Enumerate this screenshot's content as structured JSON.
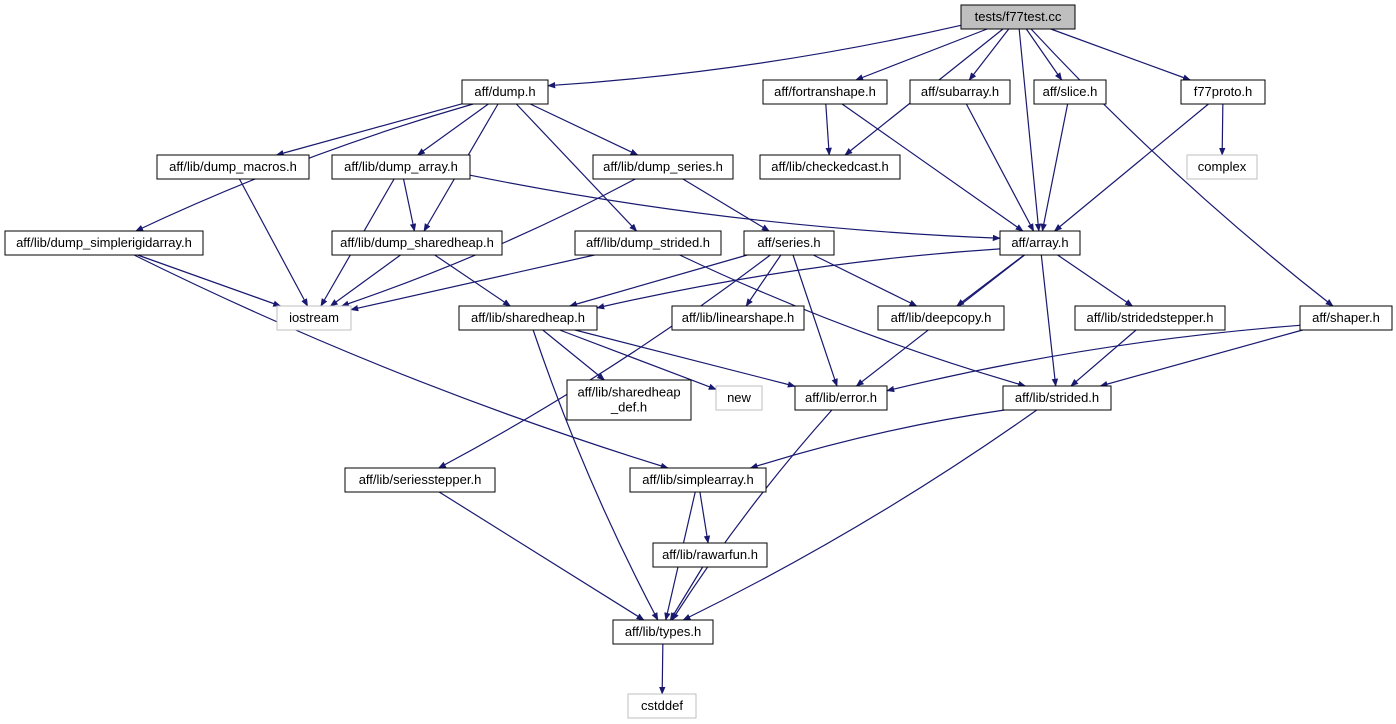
{
  "diagram": {
    "colors": {
      "edge": "#191970",
      "node_border": "#000000",
      "external_border": "#bfbfbf",
      "root_fill": "#bfbfbf",
      "node_fill": "#ffffff"
    },
    "nodes": [
      {
        "id": "root",
        "lines": [
          "tests/f77test.cc"
        ],
        "kind": "root"
      },
      {
        "id": "dump",
        "lines": [
          "aff/dump.h"
        ],
        "kind": "file"
      },
      {
        "id": "fortranshape",
        "lines": [
          "aff/fortranshape.h"
        ],
        "kind": "file"
      },
      {
        "id": "subarray",
        "lines": [
          "aff/subarray.h"
        ],
        "kind": "file"
      },
      {
        "id": "slice",
        "lines": [
          "aff/slice.h"
        ],
        "kind": "file"
      },
      {
        "id": "f77proto",
        "lines": [
          "f77proto.h"
        ],
        "kind": "file"
      },
      {
        "id": "dump_macros",
        "lines": [
          "aff/lib/dump_macros.h"
        ],
        "kind": "file"
      },
      {
        "id": "dump_array",
        "lines": [
          "aff/lib/dump_array.h"
        ],
        "kind": "file"
      },
      {
        "id": "dump_series",
        "lines": [
          "aff/lib/dump_series.h"
        ],
        "kind": "file"
      },
      {
        "id": "checkedcast",
        "lines": [
          "aff/lib/checkedcast.h"
        ],
        "kind": "file"
      },
      {
        "id": "complex",
        "lines": [
          "complex"
        ],
        "kind": "external"
      },
      {
        "id": "dump_simplerigidarray",
        "lines": [
          "aff/lib/dump_simplerigidarray.h"
        ],
        "kind": "file"
      },
      {
        "id": "dump_sharedheap",
        "lines": [
          "aff/lib/dump_sharedheap.h"
        ],
        "kind": "file"
      },
      {
        "id": "dump_strided",
        "lines": [
          "aff/lib/dump_strided.h"
        ],
        "kind": "file"
      },
      {
        "id": "series",
        "lines": [
          "aff/series.h"
        ],
        "kind": "file"
      },
      {
        "id": "array",
        "lines": [
          "aff/array.h"
        ],
        "kind": "file"
      },
      {
        "id": "iostream",
        "lines": [
          "iostream"
        ],
        "kind": "external"
      },
      {
        "id": "sharedheap",
        "lines": [
          "aff/lib/sharedheap.h"
        ],
        "kind": "file"
      },
      {
        "id": "linearshape",
        "lines": [
          "aff/lib/linearshape.h"
        ],
        "kind": "file"
      },
      {
        "id": "deepcopy",
        "lines": [
          "aff/lib/deepcopy.h"
        ],
        "kind": "file"
      },
      {
        "id": "stridedstepper",
        "lines": [
          "aff/lib/stridedstepper.h"
        ],
        "kind": "file"
      },
      {
        "id": "shaper",
        "lines": [
          "aff/shaper.h"
        ],
        "kind": "file"
      },
      {
        "id": "sharedheap_def",
        "lines": [
          "aff/lib/sharedheap",
          "_def.h"
        ],
        "kind": "file"
      },
      {
        "id": "new",
        "lines": [
          "new"
        ],
        "kind": "external"
      },
      {
        "id": "error",
        "lines": [
          "aff/lib/error.h"
        ],
        "kind": "file"
      },
      {
        "id": "strided",
        "lines": [
          "aff/lib/strided.h"
        ],
        "kind": "file"
      },
      {
        "id": "seriesstepper",
        "lines": [
          "aff/lib/seriesstepper.h"
        ],
        "kind": "file"
      },
      {
        "id": "simplearray",
        "lines": [
          "aff/lib/simplearray.h"
        ],
        "kind": "file"
      },
      {
        "id": "rawarfun",
        "lines": [
          "aff/lib/rawarfun.h"
        ],
        "kind": "file"
      },
      {
        "id": "types",
        "lines": [
          "aff/lib/types.h"
        ],
        "kind": "file"
      },
      {
        "id": "cstddef",
        "lines": [
          "cstddef"
        ],
        "kind": "external"
      }
    ],
    "edges": [
      [
        "root",
        "dump"
      ],
      [
        "root",
        "fortranshape"
      ],
      [
        "root",
        "checkedcast"
      ],
      [
        "root",
        "subarray"
      ],
      [
        "root",
        "slice"
      ],
      [
        "root",
        "array"
      ],
      [
        "root",
        "f77proto"
      ],
      [
        "root",
        "shaper"
      ],
      [
        "dump",
        "dump_macros"
      ],
      [
        "dump",
        "dump_array"
      ],
      [
        "dump",
        "dump_series"
      ],
      [
        "dump",
        "dump_simplerigidarray"
      ],
      [
        "dump",
        "dump_sharedheap"
      ],
      [
        "dump",
        "dump_strided"
      ],
      [
        "fortranshape",
        "checkedcast"
      ],
      [
        "fortranshape",
        "array"
      ],
      [
        "subarray",
        "array"
      ],
      [
        "slice",
        "array"
      ],
      [
        "f77proto",
        "complex"
      ],
      [
        "f77proto",
        "array"
      ],
      [
        "dump_macros",
        "iostream"
      ],
      [
        "dump_array",
        "iostream"
      ],
      [
        "dump_array",
        "dump_sharedheap"
      ],
      [
        "dump_array",
        "array"
      ],
      [
        "dump_series",
        "iostream"
      ],
      [
        "dump_series",
        "series"
      ],
      [
        "dump_simplerigidarray",
        "iostream"
      ],
      [
        "dump_simplerigidarray",
        "simplearray"
      ],
      [
        "dump_sharedheap",
        "iostream"
      ],
      [
        "dump_sharedheap",
        "sharedheap"
      ],
      [
        "dump_strided",
        "iostream"
      ],
      [
        "dump_strided",
        "strided"
      ],
      [
        "series",
        "sharedheap"
      ],
      [
        "series",
        "linearshape"
      ],
      [
        "series",
        "deepcopy"
      ],
      [
        "series",
        "error"
      ],
      [
        "series",
        "seriesstepper"
      ],
      [
        "array",
        "sharedheap"
      ],
      [
        "array",
        "deepcopy"
      ],
      [
        "array",
        "stridedstepper"
      ],
      [
        "array",
        "error"
      ],
      [
        "array",
        "strided"
      ],
      [
        "sharedheap",
        "sharedheap_def"
      ],
      [
        "sharedheap",
        "new"
      ],
      [
        "sharedheap",
        "error"
      ],
      [
        "sharedheap",
        "types"
      ],
      [
        "stridedstepper",
        "strided"
      ],
      [
        "shaper",
        "error"
      ],
      [
        "shaper",
        "strided"
      ],
      [
        "strided",
        "simplearray"
      ],
      [
        "strided",
        "types"
      ],
      [
        "error",
        "types"
      ],
      [
        "seriesstepper",
        "types"
      ],
      [
        "simplearray",
        "rawarfun"
      ],
      [
        "simplearray",
        "types"
      ],
      [
        "rawarfun",
        "types"
      ],
      [
        "types",
        "cstddef"
      ]
    ]
  }
}
